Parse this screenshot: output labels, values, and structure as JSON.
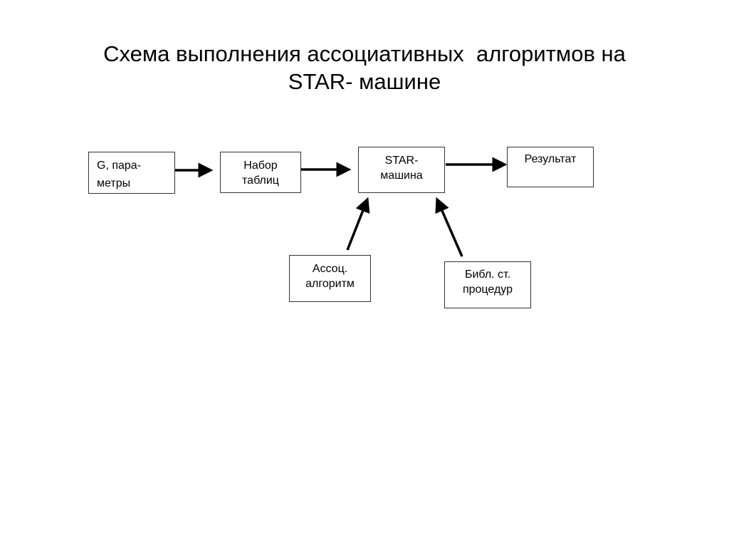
{
  "title": {
    "line1": "Схема выполнения ассоциативных  алгоритмов на",
    "line2": "STAR- машине"
  },
  "nodes": {
    "g_params": {
      "line1": "G,  пара-",
      "line2": "метры"
    },
    "tables": {
      "line1": "Набор",
      "line2": "таблиц"
    },
    "star_machine": {
      "line1": "STAR-",
      "line2": "машина"
    },
    "result": {
      "line1": "Результат"
    },
    "assoc_algorithm": {
      "line1": "Ассоц.",
      "line2": "алгоритм"
    },
    "library": {
      "line1": "Библ. ст.",
      "line2": "процедур"
    }
  },
  "edges": [
    {
      "from": "g_params",
      "to": "tables"
    },
    {
      "from": "tables",
      "to": "star_machine"
    },
    {
      "from": "star_machine",
      "to": "result"
    },
    {
      "from": "assoc_algorithm",
      "to": "star_machine"
    },
    {
      "from": "library",
      "to": "star_machine"
    }
  ],
  "colors": {
    "background": "#ffffff",
    "text": "#000000",
    "box_border": "#333333",
    "arrow": "#000000"
  }
}
